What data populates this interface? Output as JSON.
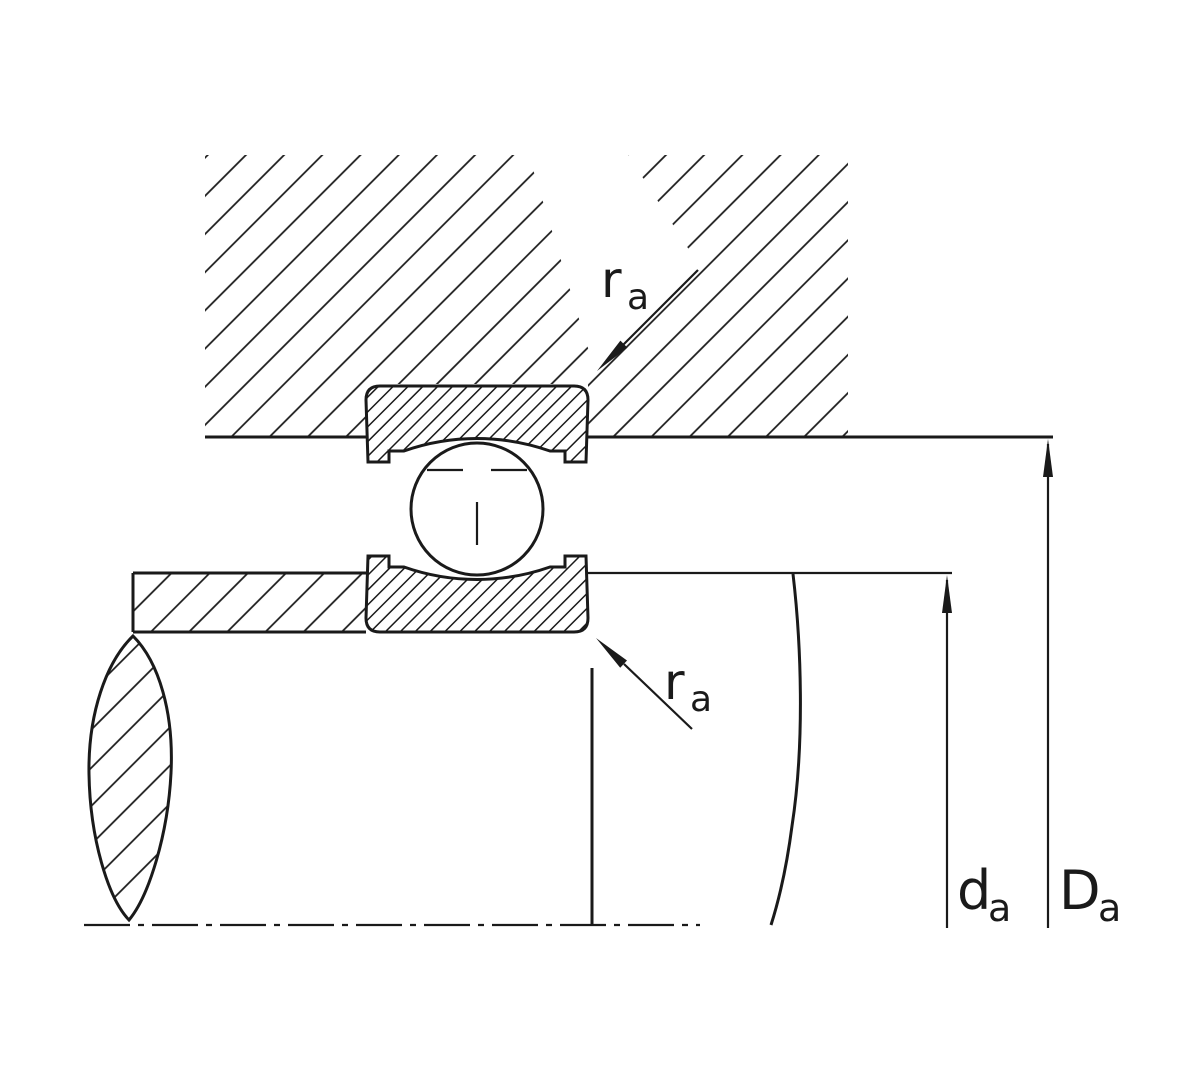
{
  "labels": {
    "ra_top": {
      "main": "r",
      "sub": "a"
    },
    "ra_bottom": {
      "main": "r",
      "sub": "a"
    },
    "da": {
      "main": "d",
      "sub": "a"
    },
    "Da": {
      "main": "D",
      "sub": "a"
    }
  },
  "colors": {
    "ink": "#1a1a1a",
    "background": "#ffffff"
  }
}
